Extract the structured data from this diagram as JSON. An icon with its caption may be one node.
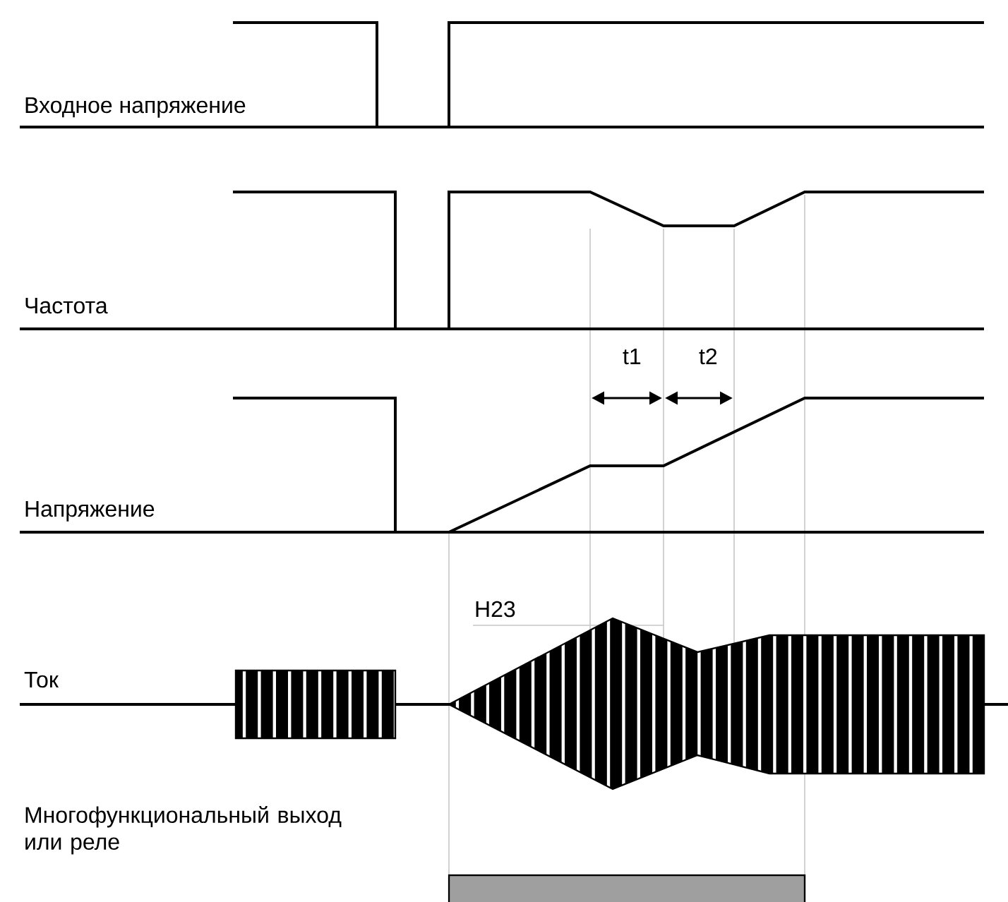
{
  "diagram": {
    "labels": [
      "Входное напряжение",
      "Частота",
      "t1",
      "t2",
      "Напряжение",
      "H23",
      "Ток",
      "Многофункциональный выход или реле"
    ]
  }
}
